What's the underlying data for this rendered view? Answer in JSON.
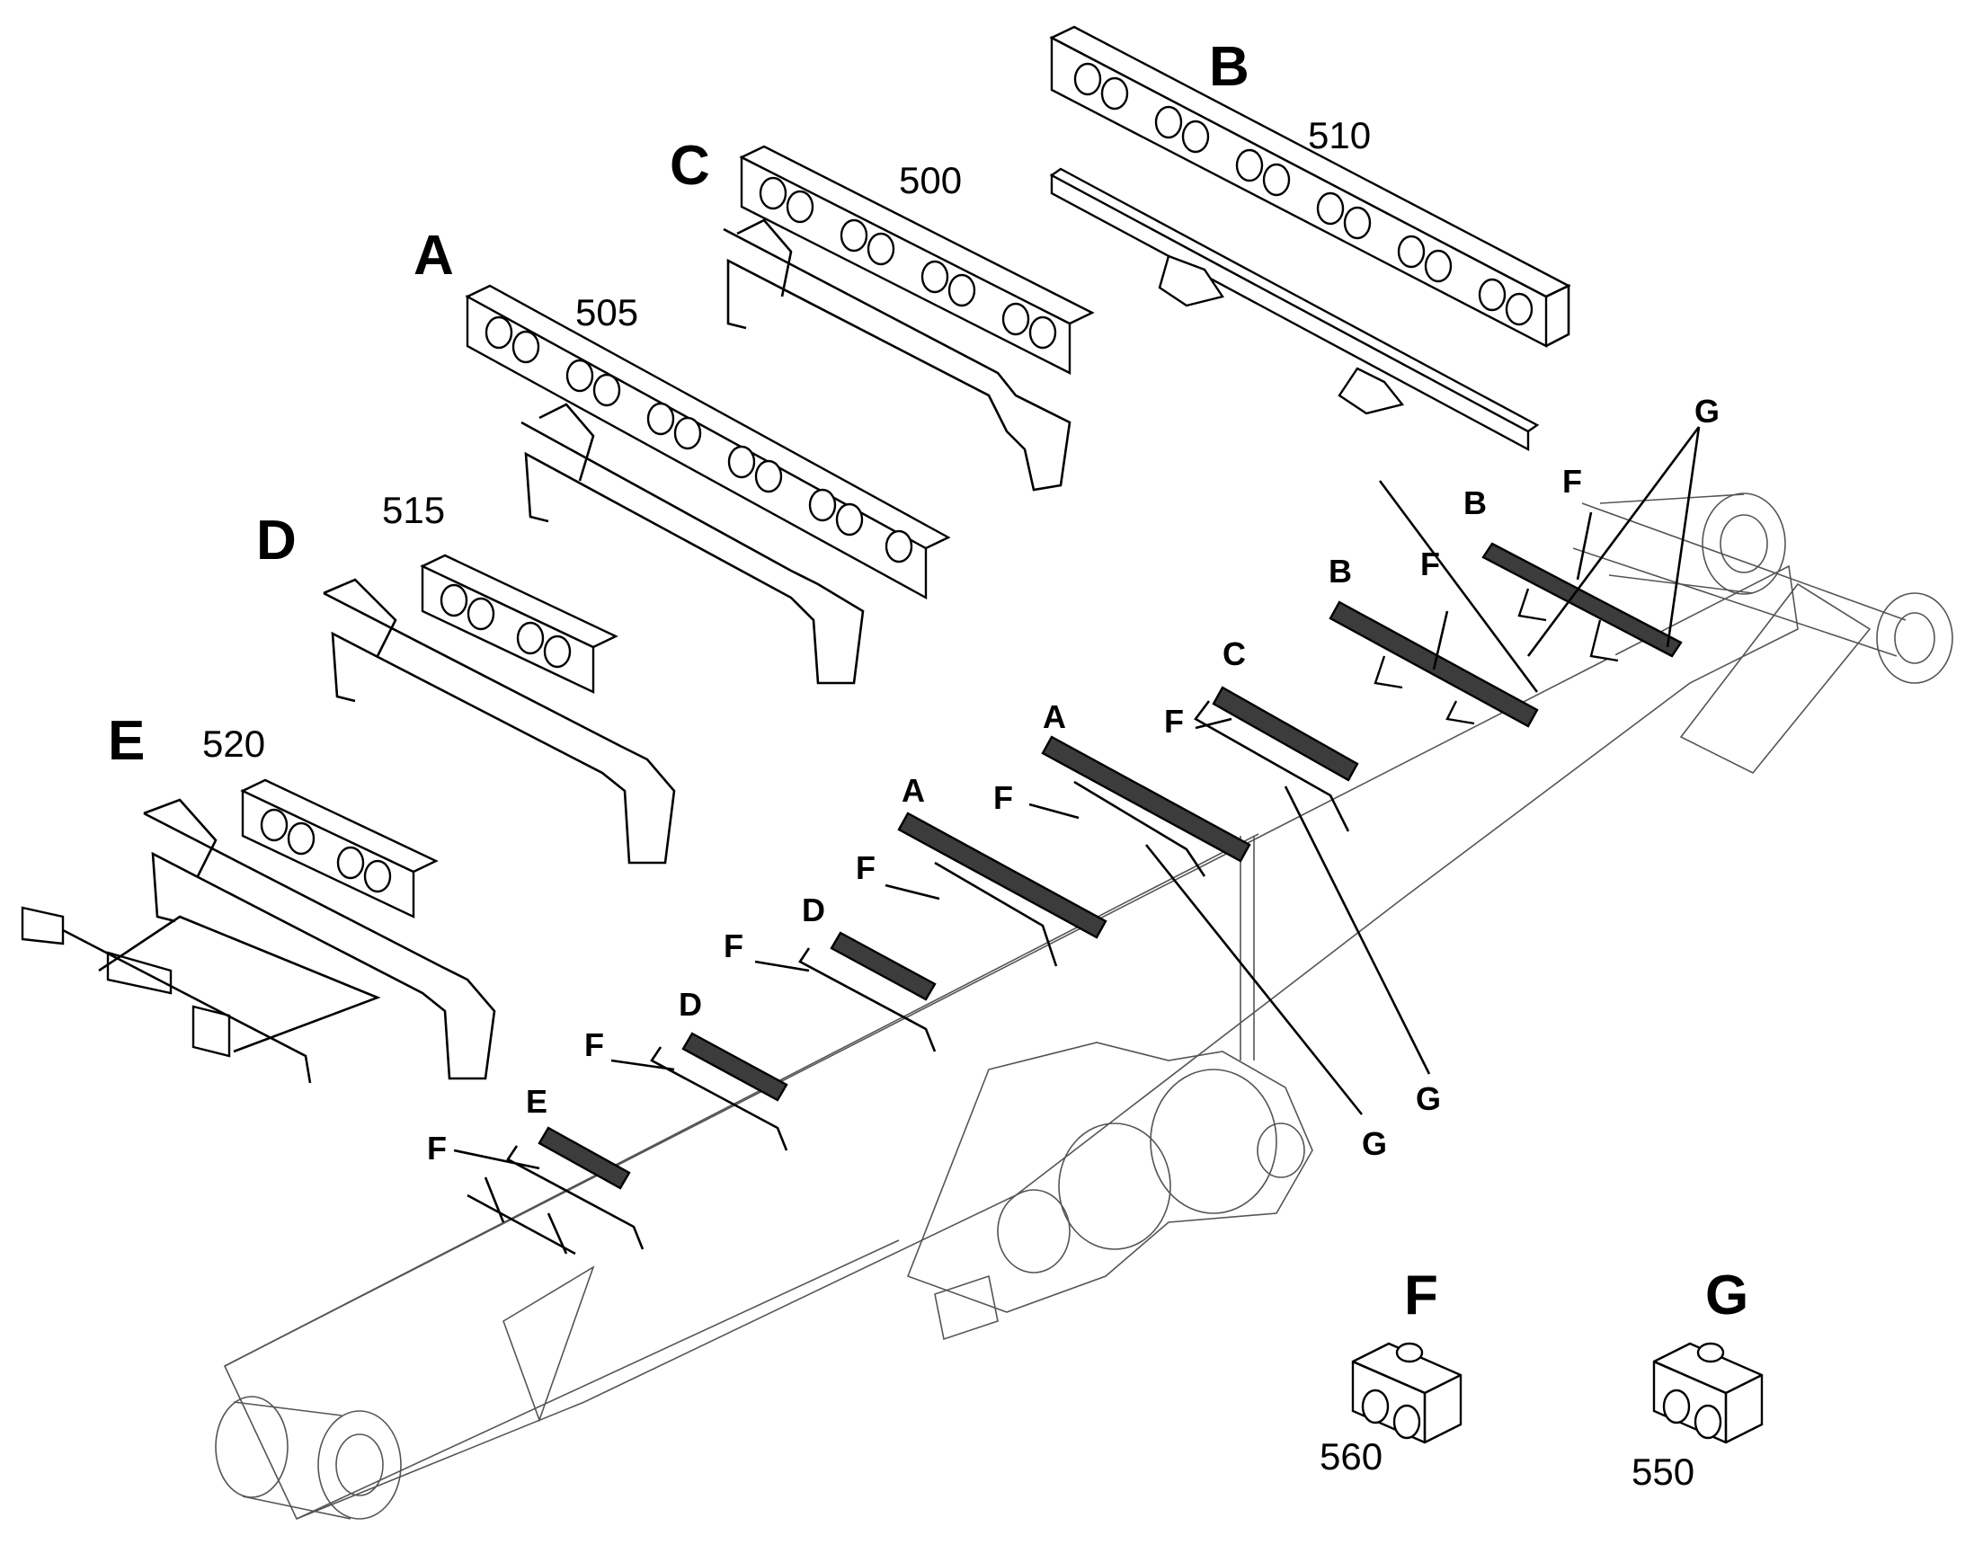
{
  "assemblies": [
    {
      "letter": "B",
      "number": "510"
    },
    {
      "letter": "C",
      "number": "500"
    },
    {
      "letter": "A",
      "number": "505"
    },
    {
      "letter": "D",
      "number": "515"
    },
    {
      "letter": "E",
      "number": "520"
    }
  ],
  "clamps": [
    {
      "letter": "F",
      "number": "560"
    },
    {
      "letter": "G",
      "number": "550"
    }
  ],
  "boom_labels": {
    "letters": [
      "G",
      "B",
      "F",
      "B",
      "F",
      "C",
      "F",
      "A",
      "F",
      "A",
      "F",
      "D",
      "F",
      "D",
      "F",
      "E",
      "F"
    ],
    "g_letters": [
      "G",
      "G",
      "G"
    ]
  }
}
